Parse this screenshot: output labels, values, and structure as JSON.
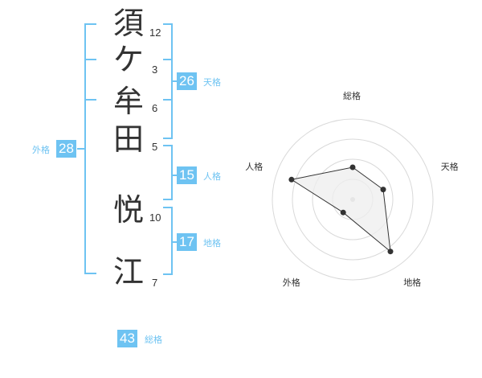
{
  "name": {
    "characters": [
      {
        "char": "須",
        "strokes": "12"
      },
      {
        "char": "ケ",
        "strokes": "3"
      },
      {
        "char": "牟",
        "strokes": "6"
      },
      {
        "char": "田",
        "strokes": "5"
      },
      {
        "char": "悦",
        "strokes": "10"
      },
      {
        "char": "江",
        "strokes": "7"
      }
    ]
  },
  "fortune": {
    "tenkaku": {
      "value": "26",
      "label": "天格"
    },
    "jinkaku": {
      "value": "15",
      "label": "人格"
    },
    "chikaku": {
      "value": "17",
      "label": "地格"
    },
    "gaikaku": {
      "value": "28",
      "label": "外格"
    },
    "soukaku": {
      "value": "43",
      "label": "総格"
    }
  },
  "colors": {
    "bracket": "#6ec3f2",
    "badge_bg": "#6ec3f2",
    "label": "#6ec3f2",
    "radar_ring": "#d9d9d9",
    "radar_fill": "#eeeeee",
    "radar_line": "#333333"
  },
  "chart_data": {
    "type": "radar",
    "axes": [
      "総格",
      "天格",
      "地格",
      "外格",
      "人格"
    ],
    "values": [
      2,
      2,
      4,
      1,
      4
    ],
    "rmax": 5,
    "rings": 4
  }
}
